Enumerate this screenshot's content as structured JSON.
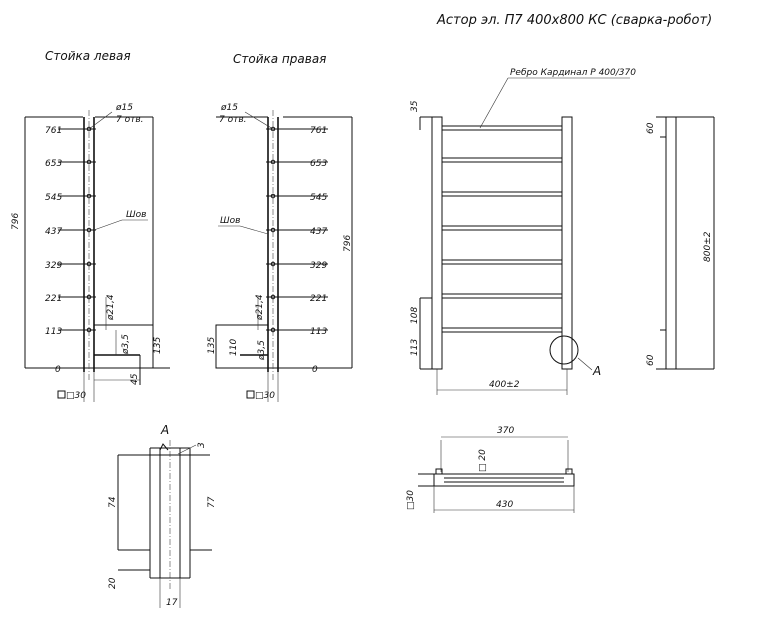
{
  "title": "Астор эл. П7 400х800 КС (сварка-робот)",
  "left_post": {
    "caption": "Стойка левая",
    "marks": [
      "761",
      "653",
      "545",
      "437",
      "329",
      "221",
      "113",
      "0"
    ],
    "overall": "796",
    "hole_dia": "ø15",
    "hole_count": "7 отв.",
    "weld": "Шов",
    "bore": "ø21,4",
    "d35": "ø3,5",
    "h135": "135",
    "w45": "45",
    "section": "□30"
  },
  "right_post": {
    "caption": "Стойка правая",
    "marks": [
      "761",
      "653",
      "545",
      "437",
      "329",
      "221",
      "113",
      "0"
    ],
    "overall": "796",
    "hole_dia": "ø15",
    "hole_count": "7 отв.",
    "weld": "Шов",
    "bore": "ø21,4",
    "d35": "ø3,5",
    "h135": "135",
    "h110": "110",
    "section": "□30"
  },
  "front_view": {
    "rung_label": "Ребро Кардинал Р 400/370",
    "d35": "35",
    "d108": "108",
    "d113": "113",
    "width": "400±2",
    "callout": "А"
  },
  "side_view": {
    "d60_top": "60",
    "height": "800±2",
    "d60_bottom": "60"
  },
  "top_view": {
    "d370": "370",
    "d20": "□ 20",
    "d430": "430",
    "section": "□30"
  },
  "detail_a": {
    "label": "А",
    "d3": "3",
    "d74": "74",
    "d77": "77",
    "d20": "20",
    "d17": "17"
  }
}
